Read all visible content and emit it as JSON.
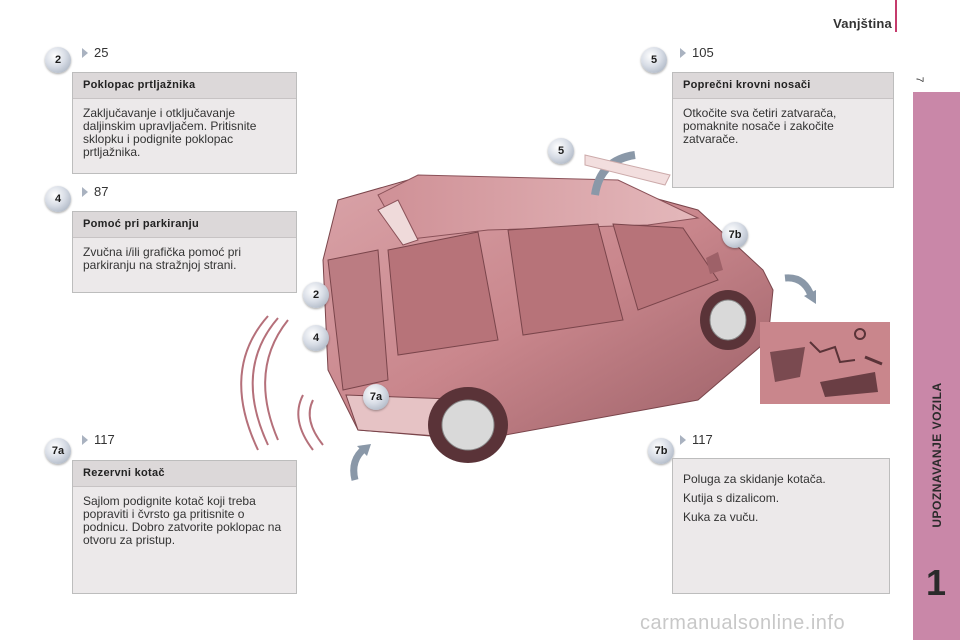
{
  "header": {
    "section_title": "Vanjština",
    "page_number": "7"
  },
  "sidebar": {
    "label": "UPOZNAVANJE VOZILA",
    "chapter": "1"
  },
  "items": {
    "trunk": {
      "badge": "2",
      "page_ref": "25",
      "title": "Poklopac prtljažnika",
      "text": "Zaključavanje i otključavanje daljinskim upravljačem. Pritisnite sklopku i podignite poklopac prtljažnika."
    },
    "parking": {
      "badge": "4",
      "page_ref": "87",
      "title": "Pomoć pri parkiranju",
      "text": "Zvučna i/ili grafička pomoć pri parkiranju na stražnjoj strani."
    },
    "spare": {
      "badge": "7a",
      "page_ref": "117",
      "title": "Rezervni kotač",
      "text": "Sajlom podignite kotač koji treba popraviti i čvrsto ga pritisnite o podnicu. Dobro zatvorite poklopac na otvoru za pristup."
    },
    "roof": {
      "badge": "5",
      "page_ref": "105",
      "title": "Poprečni krovni nosači",
      "text": "Otkočite sva četiri zatvarača, pomaknite nosače i zakočite zatvarače."
    },
    "tools": {
      "badge": "7b",
      "page_ref": "117",
      "lines": [
        "Poluga za skidanje kotača.",
        "Kutija s dizalicom.",
        "Kuka za vuču."
      ]
    }
  },
  "image_callouts": {
    "roof": "5",
    "tools": "7b",
    "trunk": "2",
    "parking": "4",
    "spare": "7a"
  },
  "watermark": "carmanualsonline.info",
  "colors": {
    "accent": "#c53b6c",
    "side_tab": "#c987a8",
    "car_body": "#c9868c",
    "box_bg": "#ece9ea",
    "box_title_bg": "#dcd8d9"
  }
}
